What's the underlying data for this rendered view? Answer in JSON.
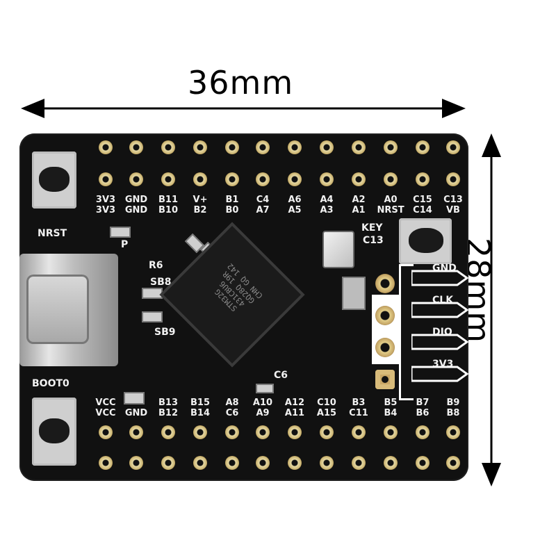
{
  "dimensions": {
    "width_label": "36mm",
    "height_label": "28mm"
  },
  "board": {
    "top_header_labels": [
      [
        "3V3",
        "3V3"
      ],
      [
        "GND",
        "GND"
      ],
      [
        "B11",
        "B10"
      ],
      [
        "V+",
        "B2"
      ],
      [
        "B1",
        "B0"
      ],
      [
        "C4",
        "A7"
      ],
      [
        "A6",
        "A5"
      ],
      [
        "A4",
        "A3"
      ],
      [
        "A2",
        "A1"
      ],
      [
        "A0",
        "NRST"
      ],
      [
        "C15",
        "C14"
      ],
      [
        "C13",
        "VB"
      ]
    ],
    "bottom_header_labels": [
      [
        "VCC",
        "VCC"
      ],
      [
        "",
        "GND"
      ],
      [
        "B13",
        "B12"
      ],
      [
        "B15",
        "B14"
      ],
      [
        "A8",
        "C6"
      ],
      [
        "A10",
        "A9"
      ],
      [
        "A12",
        "A11"
      ],
      [
        "C10",
        "A15"
      ],
      [
        "B3",
        "C11"
      ],
      [
        "B5",
        "B4"
      ],
      [
        "B7",
        "B6"
      ],
      [
        "B9",
        "B8"
      ]
    ],
    "nrst_label": "NRST",
    "boot0_label": "BOOT0",
    "key_label": "KEY",
    "key_pin_label": "C13",
    "power_led_label": "P",
    "r6_label": "R6",
    "sb8_label": "SB8",
    "sb9_label": "SB9",
    "c6_label": "C6",
    "swd_labels": [
      "GND",
      "CLK",
      "DIO",
      "3V3"
    ],
    "chip_marking": [
      "STM32G",
      "431CBU6",
      "GQ28Q 19R",
      "CHN GQ 142"
    ]
  },
  "colors": {
    "pcb": "#111111",
    "silkscreen": "#f2f2f2",
    "gold_pad": "#cdb777",
    "dimension_arrow": "#000000"
  }
}
